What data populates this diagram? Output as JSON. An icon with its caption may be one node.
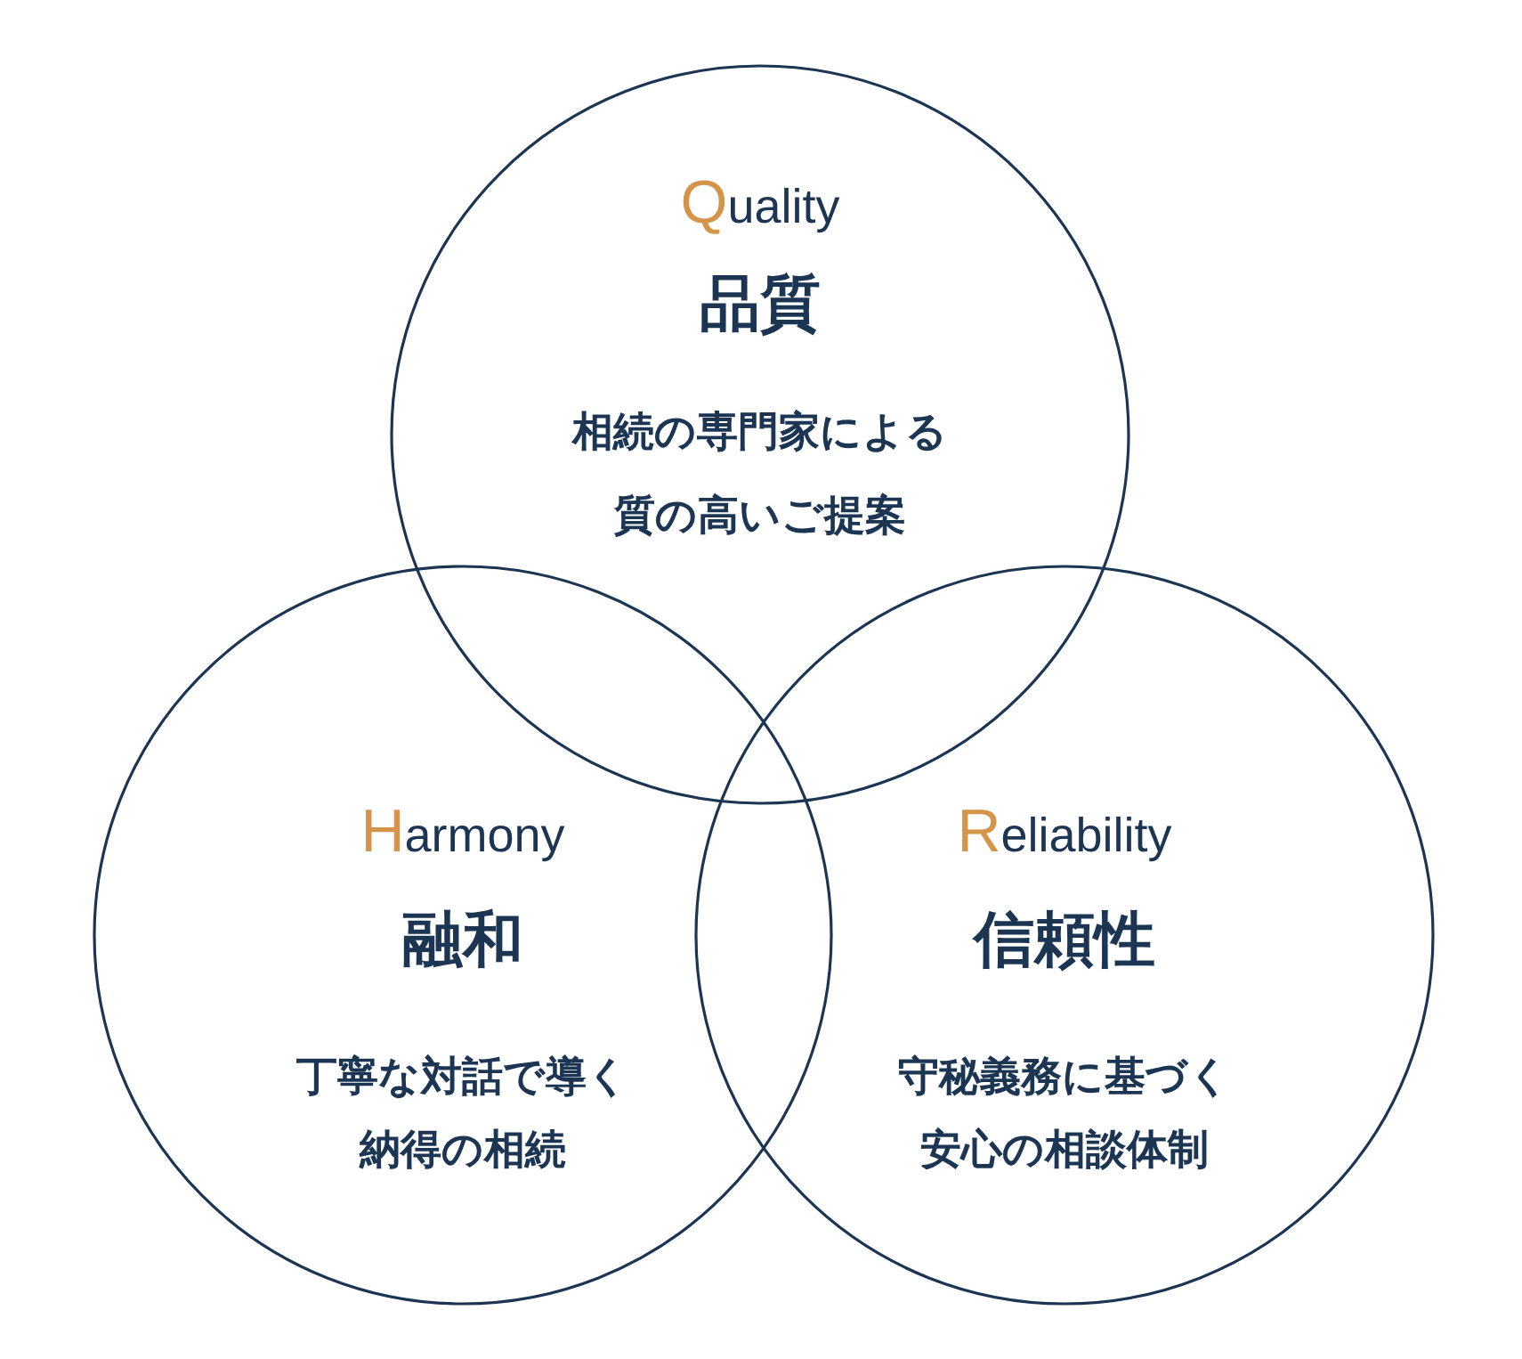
{
  "diagram": {
    "nodes": [
      {
        "text": [
          "Quality",
          "品質",
          "相続の専門家による質の高いご提案"
        ]
      },
      {
        "text": [
          "Harmony",
          "融和",
          "丁寧な対話で導く納得の相続"
        ]
      },
      {
        "text": [
          "Reliability",
          "信頼性",
          "守秘義務に基づく安心の相談体制"
        ]
      }
    ]
  }
}
